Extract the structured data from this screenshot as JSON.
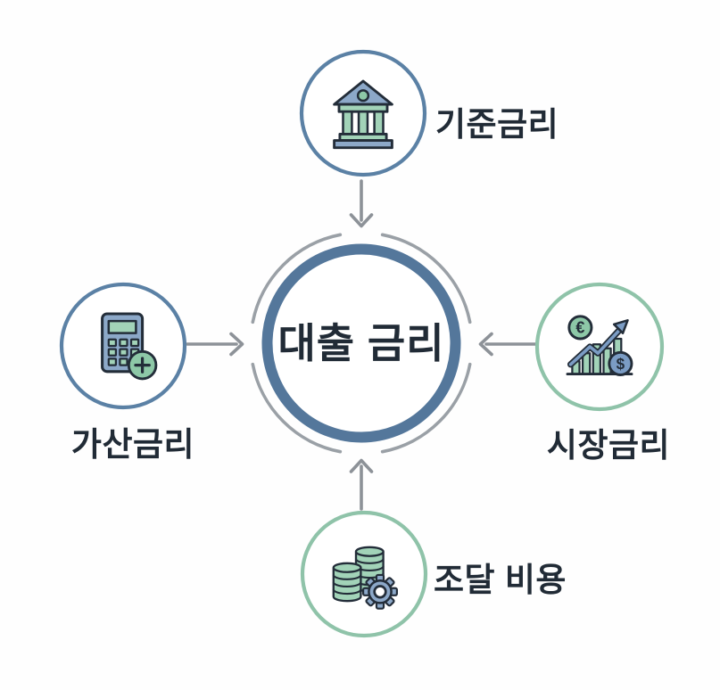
{
  "diagram": {
    "center": {
      "label": "대출 금리"
    },
    "nodes": [
      {
        "id": "base-rate",
        "label": "기준금리",
        "icon": "bank-icon",
        "ring_color": "#5b81a5",
        "label_position": "right",
        "arrow_direction": "down-to-center"
      },
      {
        "id": "added-rate",
        "label": "가산금리",
        "icon": "calculator-plus-icon",
        "ring_color": "#5b81a5",
        "label_position": "below",
        "arrow_direction": "right-to-center"
      },
      {
        "id": "market-rate",
        "label": "시장금리",
        "icon": "market-chart-icon",
        "ring_color": "#8fc3a9",
        "label_position": "below",
        "arrow_direction": "left-to-center"
      },
      {
        "id": "funding-cost",
        "label": "조달 비용",
        "icon": "coins-gear-icon",
        "ring_color": "#8fc3a9",
        "label_position": "right",
        "arrow_direction": "up-to-center"
      }
    ]
  },
  "icons": {
    "euro_glyph": "€",
    "dollar_glyph": "$",
    "names": [
      "bank-icon",
      "calculator-plus-icon",
      "market-chart-icon",
      "coins-gear-icon",
      "gear-icon",
      "plus-icon"
    ]
  },
  "palette": {
    "bg": "#fefefe",
    "ink": "#232d39",
    "text": "#212b36",
    "steel-ring": "#54779b",
    "node-blue": "#5b81a5",
    "node-green": "#8fc3a9",
    "arrow-gray": "#8d9298",
    "arc-gray": "#9aa0a6",
    "icon-blue": "#8ca8c8",
    "icon-blue2": "#7b9cc4",
    "icon-green": "#a2d3b8",
    "icon-green2": "#8dc8a7"
  }
}
